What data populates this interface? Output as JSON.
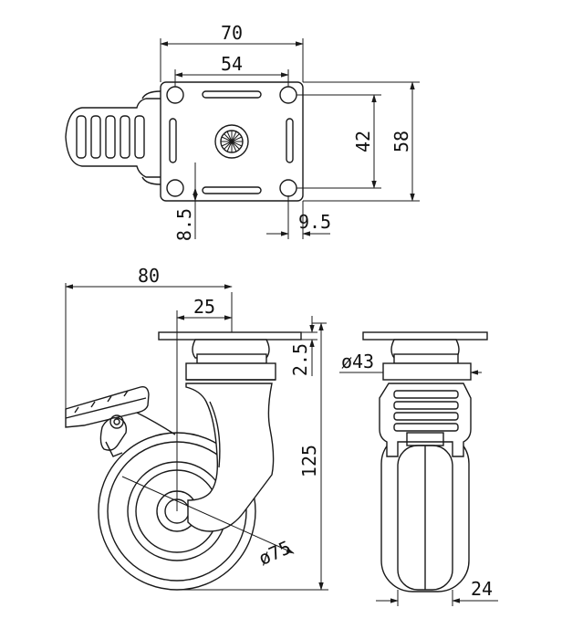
{
  "dimensions": {
    "top_width": "70",
    "top_hole_spacing_x": "54",
    "top_hole_spacing_y": "42",
    "top_depth": "58",
    "hole_offset_y": "8.5",
    "hole_offset_x": "9.5",
    "overall_length": "80",
    "offset": "25",
    "plate_thickness": "2.5",
    "height": "125",
    "wheel_diameter": "ø75",
    "bearing_diameter": "ø43",
    "wheel_width": "24"
  }
}
